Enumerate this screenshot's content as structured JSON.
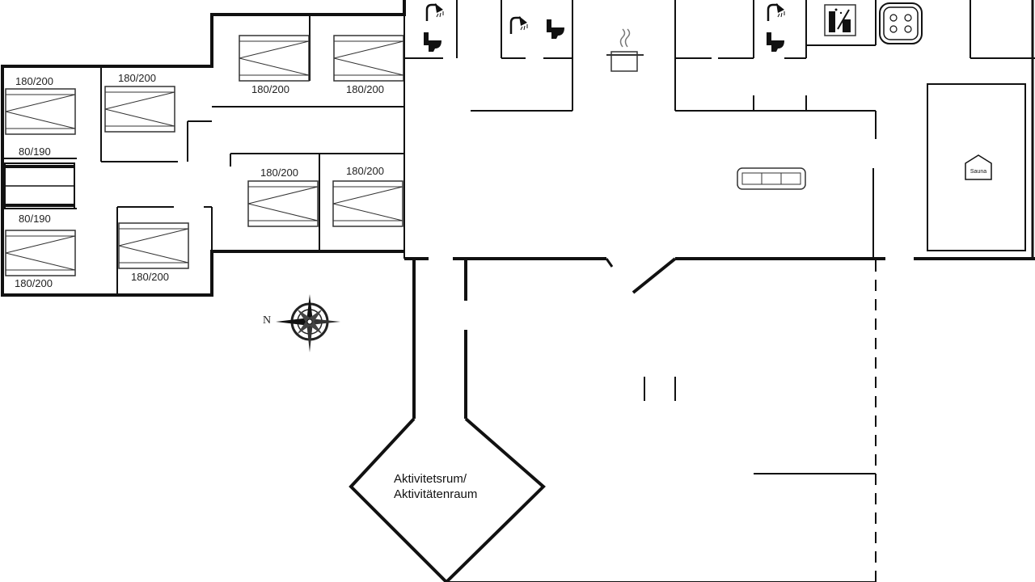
{
  "bed_labels": [
    "180/200",
    "180/200",
    "80/190",
    "80/190",
    "180/200",
    "180/200",
    "180/200",
    "180/200",
    "180/200",
    "180/200"
  ],
  "room_label": {
    "line1": "Aktivitetsrum/",
    "line2": "Aktivitätenraum"
  },
  "compass_label": "N",
  "sauna_label": "Sauna",
  "icons": [
    "shower-icon",
    "toilet-icon",
    "kitchen-pot-icon",
    "sofa-icon",
    "washing-machine-icon",
    "stove-hob-icon",
    "sauna-icon",
    "compass-rose-icon"
  ],
  "colors": {
    "wall": "#111111",
    "thin_line": "#333333",
    "background": "#ffffff"
  }
}
